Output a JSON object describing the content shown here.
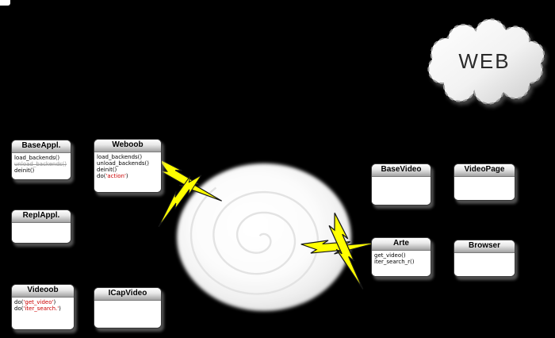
{
  "cloud": {
    "label": "WEB"
  },
  "classes": {
    "baseappl": {
      "title": "BaseAppl.",
      "methods": [
        "load_backends()",
        "unload_backends()",
        "deinit()"
      ]
    },
    "weboob": {
      "title": "Weboob",
      "methods": [
        "load_backends()",
        "unload_backends()",
        "deinit()"
      ],
      "do_line": {
        "prefix": "do(",
        "arg": "'action'",
        "suffix": ")"
      }
    },
    "replappl": {
      "title": "ReplAppl."
    },
    "videoob": {
      "title": "Videoob",
      "do_lines": [
        {
          "prefix": "do(",
          "arg": "'get_video'",
          "suffix": ")"
        },
        {
          "prefix": "do(",
          "arg": "'iter_search.'",
          "suffix": ")"
        }
      ]
    },
    "icapvideo": {
      "title": "ICapVideo"
    },
    "basevideo": {
      "title": "BaseVideo"
    },
    "videopage": {
      "title": "VideoPage"
    },
    "arte": {
      "title": "Arte",
      "methods": [
        "get_video()",
        "iter_search_r()"
      ]
    },
    "browser": {
      "title": "Browser"
    }
  },
  "colors": {
    "background": "#000000",
    "highlight_text": "#cc0000",
    "muted_text": "#999999",
    "bolt_fill": "#ffff00"
  }
}
